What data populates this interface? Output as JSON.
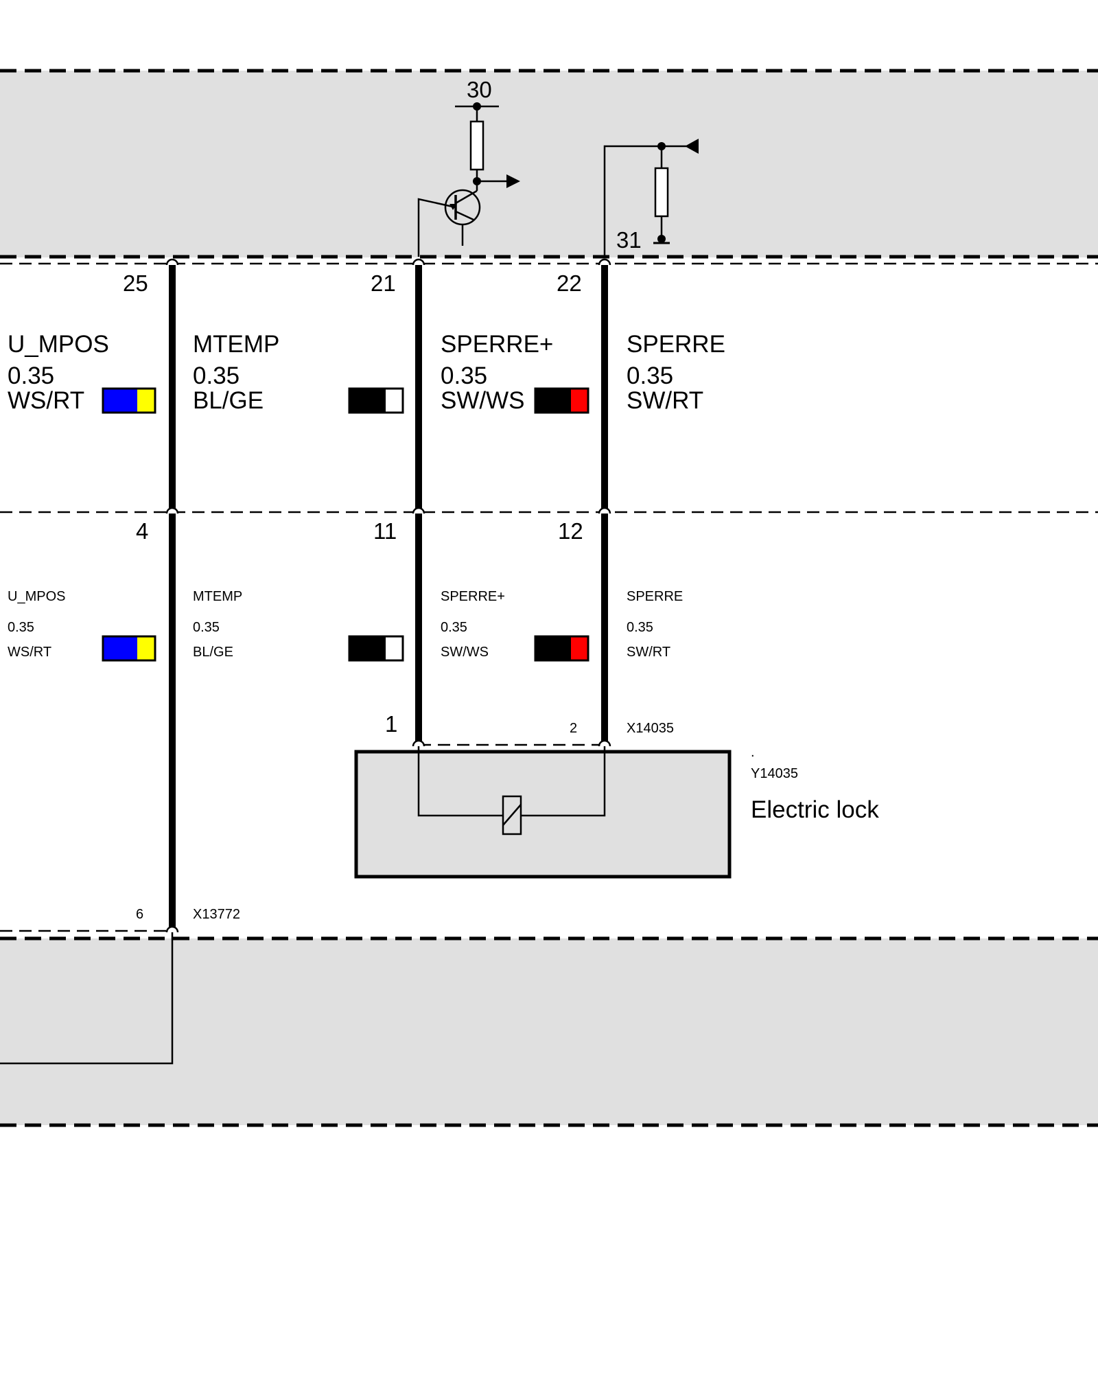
{
  "top_module": {
    "terminal_30": "30",
    "terminal_31": "31"
  },
  "upper_connector": {
    "pins": [
      "25",
      "21",
      "22"
    ],
    "wires": [
      {
        "signal": "U_MPOS",
        "gauge": "0.35",
        "color_code": "WS/RT",
        "colors": [
          "#0000ff",
          "#ffff00"
        ]
      },
      {
        "signal": "MTEMP",
        "gauge": "0.35",
        "color_code": "BL/GE",
        "colors": [
          "#000000",
          "#ffffff"
        ]
      },
      {
        "signal": "SPERRE+",
        "gauge": "0.35",
        "color_code": "SW/WS",
        "colors": [
          "#000000",
          "#ff0000"
        ]
      },
      {
        "signal": "SPERRE",
        "gauge": "0.35",
        "color_code": "SW/RT"
      }
    ]
  },
  "lower_connector": {
    "pins": [
      "4",
      "11",
      "12"
    ],
    "wires": [
      {
        "signal": "U_MPOS",
        "gauge": "0.35",
        "color_code": "WS/RT",
        "colors": [
          "#0000ff",
          "#ffff00"
        ]
      },
      {
        "signal": "MTEMP",
        "gauge": "0.35",
        "color_code": "BL/GE",
        "colors": [
          "#000000",
          "#ffffff"
        ]
      },
      {
        "signal": "SPERRE+",
        "gauge": "0.35",
        "color_code": "SW/WS",
        "colors": [
          "#000000",
          "#ff0000"
        ]
      },
      {
        "signal": "SPERRE",
        "gauge": "0.35",
        "color_code": "SW/RT"
      }
    ]
  },
  "lock_connector": {
    "pin_1": "1",
    "pin_2": "2",
    "id": "X14035"
  },
  "electric_lock": {
    "dot": ".",
    "id": "Y14035",
    "name": "Electric lock"
  },
  "bottom_connector": {
    "pin": "6",
    "id": "X13772"
  },
  "colors": {
    "module_fill": "#e0e0e0",
    "wire": "#000000"
  }
}
